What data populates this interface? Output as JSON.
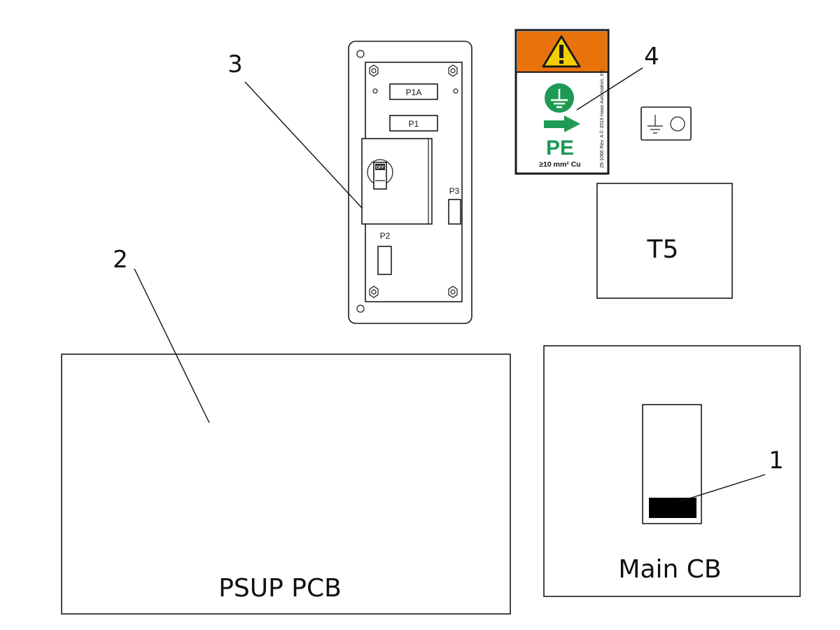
{
  "colors": {
    "label_orange": "#e8730c",
    "warning_yellow": "#f4d000",
    "ground_green": "#1e9a55",
    "outline": "#1a1a1a"
  },
  "callouts": {
    "c1": "1",
    "c2": "2",
    "c3": "3",
    "c4": "4"
  },
  "components": {
    "psup_pcb": "PSUP PCB",
    "main_cb": "Main CB",
    "t5": "T5"
  },
  "panel": {
    "p1a": "P1A",
    "p1": "P1",
    "p2": "P2",
    "p3": "P3",
    "switch_text": "OFF"
  },
  "warning_label": {
    "pe": "PE",
    "spec": "≥10 mm² Cu",
    "side_text": "25-1066 Rev. A  © 2019 Haas Automation, Inc.",
    "icons": [
      "warning-triangle-icon",
      "ground-symbol-icon",
      "arrow-right-icon"
    ]
  },
  "ground_terminal": {
    "icons": [
      "ground-symbol-icon",
      "terminal-circle-icon"
    ]
  }
}
